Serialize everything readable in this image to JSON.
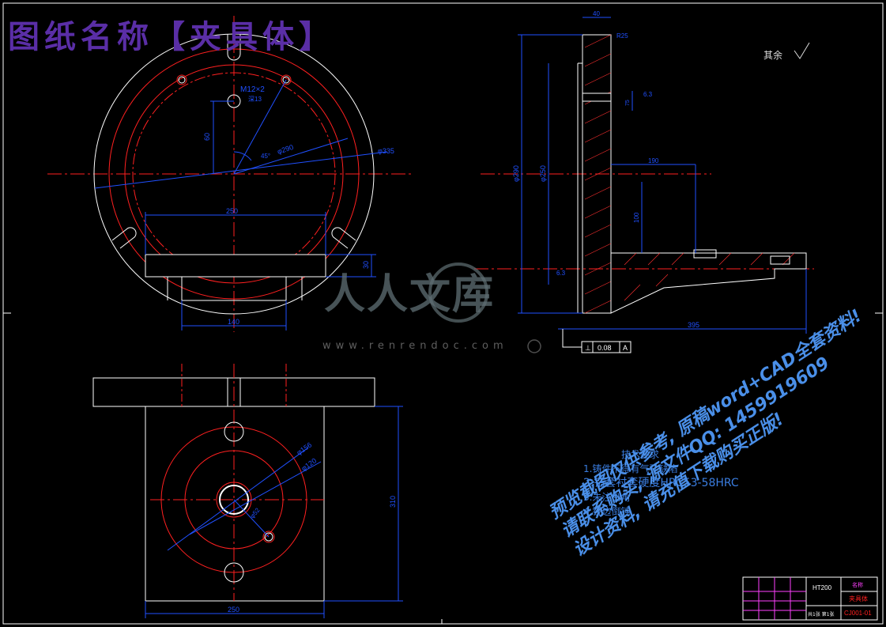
{
  "title_overlay": "图纸名称【夹具体】",
  "watermark": {
    "logo_text": "人人文库",
    "url_text": "www.renrendoc.com"
  },
  "promo_lines": [
    "预览截图仅供参考, 原稿word+CAD全套资料!",
    "请联系购买, 源文件QQ: 1459919609",
    "设计资料, 请充值下载购买正版!"
  ],
  "roughness_note": "其余",
  "tech_requirements": {
    "heading": "技术要求",
    "items": [
      "1.铸件不得有气孔缺陷",
      "2.钻套衬套硬度HRC53-58HRC",
      "3.未注倒角",
      "4.锐边倒钝"
    ]
  },
  "dimensions": {
    "front_view": {
      "thread": "M12×2",
      "thread_depth": "深13",
      "dia_inner": "φ290",
      "dia_outer": "φ335",
      "vertical_60": "60",
      "angle_45": "45°",
      "width_250": "250",
      "width_140": "140",
      "height_30": "30"
    },
    "side_view": {
      "top_40": "40",
      "flat_r": "R25",
      "roughness_63": "6.3",
      "dim_190": "190",
      "dim_100": "100",
      "dim_75": "75",
      "dia_290": "φ290",
      "dia_250": "φ250",
      "length_395": "395",
      "tol_frame": [
        "⊥",
        "0.08",
        "A"
      ]
    },
    "bottom_view": {
      "dia_156": "φ156",
      "dia_120": "φ120",
      "dia_52": "φ52",
      "width_250": "250",
      "height_310": "310"
    }
  },
  "title_block": {
    "material": "HT200",
    "name": "夹具体",
    "drawing_no": "CJ001-01",
    "sheet": "共1张 第1张",
    "label_name": "名称"
  },
  "colors": {
    "outline": "#ffffff",
    "centerline": "#ff2020",
    "dimension": "#2050ff",
    "hatch": "#ff3030",
    "magenta": "#ff40ff"
  }
}
